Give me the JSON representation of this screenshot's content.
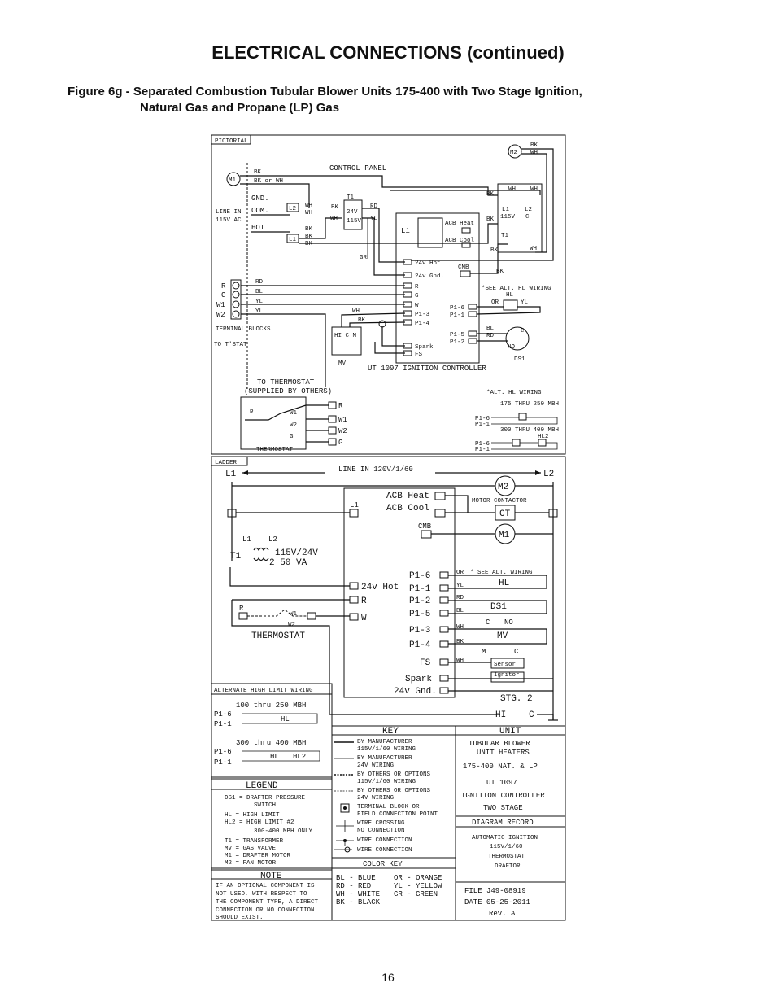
{
  "header": {
    "title": "ELECTRICAL CONNECTIONS (continued)",
    "caption_line1": "Figure 6g - Separated Combustion Tubular Blower Units 175-400 with Two Stage Ignition,",
    "caption_line2": "Natural Gas and Propane (LP) Gas"
  },
  "pictorial": {
    "section_label": "PICTORIAL",
    "control_panel": "CONTROL PANEL",
    "m1": "M1",
    "m2": "M2",
    "bk_or_wh": "BK or WH",
    "line_in": "LINE IN",
    "line_voltage": "115V AC",
    "gnd": "GND.",
    "com": "COM.",
    "hot": "HOT",
    "t1": "T1",
    "t1_24v": "24V",
    "t1_115v": "115V",
    "l1": "L1",
    "l2": "L2",
    "terminals": [
      "R",
      "G",
      "W1",
      "W2"
    ],
    "terminal_wires": [
      "RD",
      "BL",
      "YL",
      "YL"
    ],
    "terminal_blocks": "TERMINAL BLOCKS",
    "to_tstat": "TO T'STAT",
    "controller_label": "UT 1097 IGNITION CONTROLLER",
    "acb_heat": "ACB Heat",
    "acb_cool": "ACB Cool",
    "cmb": "CMB",
    "ctrl_left": [
      "24v Hot",
      "24v Gnd.",
      "R",
      "G",
      "W",
      "P1-3",
      "P1-4",
      "Spark",
      "FS"
    ],
    "ctrl_right": [
      "P1-6",
      "P1-1",
      "P1-5",
      "P1-2"
    ],
    "see_alt": "*SEE ALT. HL WIRING",
    "hl": "HL",
    "ds1": "DS1",
    "mv": "MV",
    "c": "C",
    "no": "NO",
    "gr": "GR",
    "colors": [
      "BK",
      "WH",
      "RD",
      "YL",
      "OR",
      "BL"
    ],
    "thermostat_title_1": "TO THERMOSTAT",
    "thermostat_title_2": "(SUPPLIED BY OTHERS)",
    "thermostat": "THERMOSTAT",
    "tstat_terms": [
      "R",
      "W1",
      "W2",
      "G"
    ],
    "alt_hl_title": "*ALT. HL WIRING",
    "alt_175": "175 THRU 250 MBH",
    "alt_300": "300 THRU 400 MBH",
    "hl2": "HL2"
  },
  "ladder": {
    "section_label": "LADDER",
    "l1": "L1",
    "l2": "L2",
    "line_in": "LINE IN 120V/1/60",
    "m2": "M2",
    "m1": "M1",
    "ct": "CT",
    "motor_contactor": "MOTOR CONTACTOR",
    "acb_heat": "ACB Heat",
    "acb_cool": "ACB Cool",
    "cmb": "CMB",
    "t1": "T1",
    "transformer": "115V/24V",
    "transformer_va": "2  50 VA",
    "hot24": "24v Hot",
    "r": "R",
    "w": "W",
    "thermostat": "THERMOSTAT",
    "w1": "W1",
    "w2": "W2",
    "pins": [
      "P1-6",
      "P1-1",
      "P1-2",
      "P1-5",
      "P1-3",
      "P1-4",
      "FS",
      "Spark",
      "24v Gnd."
    ],
    "wire_colors": [
      "OR",
      "YL",
      "RD",
      "BL",
      "WH",
      "BK",
      "WH"
    ],
    "see_alt": "* SEE ALT. WIRING",
    "hl": "HL",
    "ds1": "DS1",
    "mv": "MV",
    "sensor": "Sensor",
    "ignitor": "Ignitor",
    "stg2": "STG. 2",
    "hi": "HI",
    "c": "C",
    "no": "NO",
    "m": "M"
  },
  "alternate_hl": {
    "title": "ALTERNATE HIGH LIMIT WIRING",
    "range1": "100 thru 250 MBH",
    "range2": "300 thru 400 MBH",
    "p16": "P1-6",
    "p11": "P1-1",
    "hl": "HL",
    "hl2": "HL2"
  },
  "legend": {
    "title": "LEGEND",
    "items": [
      "DS1 = DRAFTER PRESSURE",
      "SWITCH",
      "HL = HIGH LIMIT",
      "HL2 = HIGH LIMIT #2",
      "300-400 MBH ONLY",
      "T1 = TRANSFORMER",
      "MV = GAS VALVE",
      "M1 = DRAFTER MOTOR",
      "M2 = FAN MOTOR"
    ]
  },
  "note": {
    "title": "NOTE",
    "lines": [
      "IF AN OPTIONAL COMPONENT IS",
      "NOT USED, WITH RESPECT TO",
      "THE COMPONENT TYPE, A DIRECT",
      "CONNECTION OR NO CONNECTION",
      "SHOULD EXIST."
    ]
  },
  "key": {
    "title": "KEY",
    "items": [
      [
        "BY MANUFACTURER",
        "115V/1/60 WIRING"
      ],
      [
        "BY MANUFACTURER",
        "24V WIRING"
      ],
      [
        "BY OTHERS OR OPTIONS",
        "115V/1/60 WIRING"
      ],
      [
        "BY OTHERS OR OPTIONS",
        "24V WIRING"
      ],
      [
        "TERMINAL BLOCK OR",
        "FIELD CONNECTION POINT"
      ],
      [
        "WIRE CROSSING",
        "NO CONNECTION"
      ],
      [
        "WIRE CONNECTION",
        ""
      ],
      [
        "WIRE CONNECTION",
        ""
      ]
    ]
  },
  "color_key": {
    "title": "COLOR KEY",
    "left": [
      "BL - BLUE",
      "RD - RED",
      "WH - WHITE",
      "BK - BLACK"
    ],
    "right": [
      "OR - ORANGE",
      "YL - YELLOW",
      "GR - GREEN"
    ]
  },
  "unit": {
    "title": "UNIT",
    "lines": [
      "TUBULAR BLOWER",
      "UNIT HEATERS",
      "175-400 NAT. & LP",
      "UT 1097",
      "IGNITION CONTROLLER",
      "TWO STAGE"
    ]
  },
  "diagram_record": {
    "title": "DIAGRAM RECORD",
    "lines": [
      "AUTOMATIC  IGNITION",
      "115V/1/60",
      "THERMOSTAT",
      "DRAFTOR"
    ],
    "file": "FILE   J49-08919",
    "date": "DATE   05-25-2011",
    "rev": "Rev. A"
  },
  "footer": {
    "page_number": "16"
  }
}
